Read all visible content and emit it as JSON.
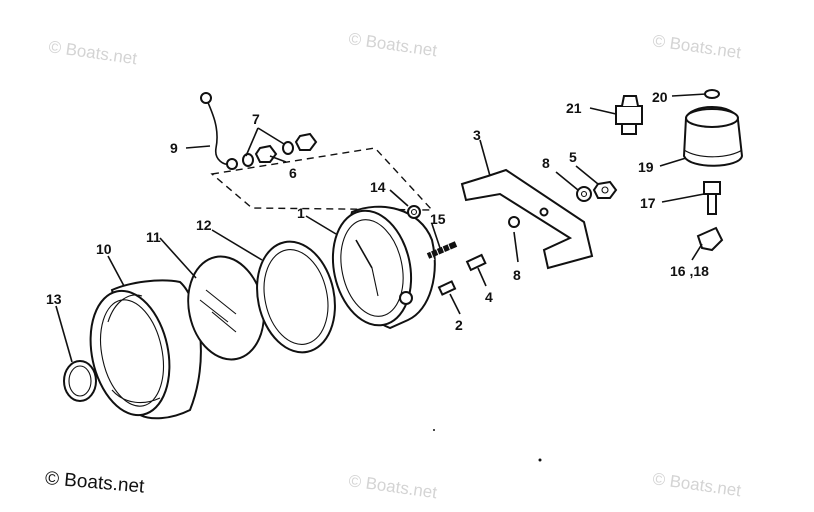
{
  "watermarks": [
    "© Boats.net",
    "© Boats.net",
    "© Boats.net",
    "© Boats.net",
    "© Boats.net"
  ],
  "copyright": "© Boats.net",
  "callouts": {
    "c1": "1",
    "c2": "2",
    "c3": "3",
    "c4": "4",
    "c5": "5",
    "c6": "6",
    "c7": "7",
    "c8a": "8",
    "c8b": "8",
    "c9": "9",
    "c10": "10",
    "c11": "11",
    "c12": "12",
    "c13": "13",
    "c14": "14",
    "c15": "15",
    "c16_18": "16 ,18",
    "c17": "17",
    "c19": "19",
    "c20": "20",
    "c21": "21"
  },
  "colors": {
    "ink": "#111111",
    "watermark": "#d4d4d4",
    "background": "#ffffff"
  }
}
